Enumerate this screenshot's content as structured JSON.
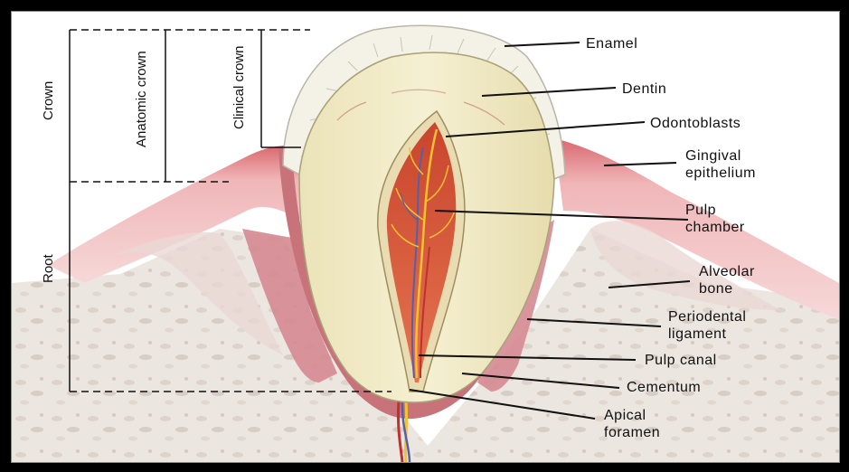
{
  "regions": {
    "crown": "Crown",
    "root": "Root",
    "anatomic_crown": "Anatomic crown",
    "clinical_crown": "Clinical crown"
  },
  "labels": {
    "enamel": "Enamel",
    "dentin": "Dentin",
    "odontoblasts": "Odontoblasts",
    "gingival_line1": "Gingival",
    "gingival_line2": "epithelium",
    "pulp_chamber_line1": "Pulp",
    "pulp_chamber_line2": "chamber",
    "alveolar_line1": "Alveolar",
    "alveolar_line2": "bone",
    "periodontal_line1": "Periodental",
    "periodontal_line2": "ligament",
    "pulp_canal": "Pulp canal",
    "cementum": "Cementum",
    "apical_line1": "Apical",
    "apical_line2": "foramen"
  },
  "colors": {
    "gingiva": "#e9a3a6",
    "gingiva_dark": "#c9656c",
    "bone": "#e9e3dd",
    "ligament": "#d98f95",
    "enamel": "#f4f1e6",
    "dentin": "#f1ecc6",
    "pulp": "#d8573a",
    "nerve": "#f2c230",
    "artery": "#c0302c",
    "vein": "#5560a8"
  }
}
